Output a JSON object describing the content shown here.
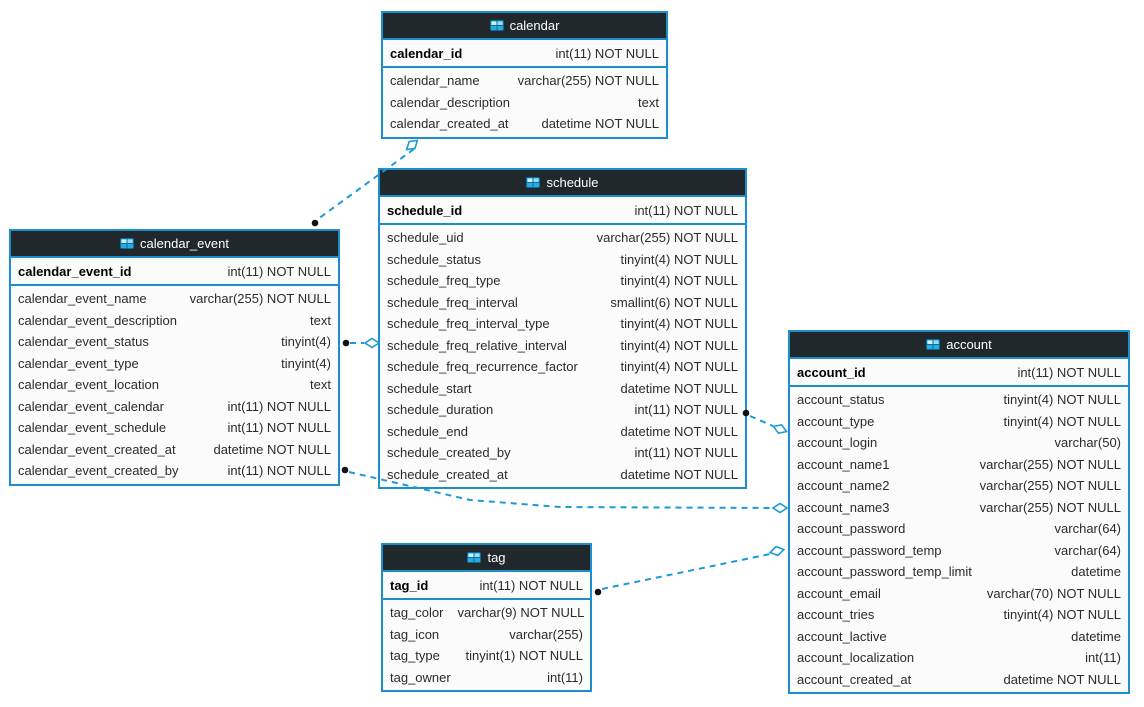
{
  "colors": {
    "table_border": "#1a8fc9",
    "relationship_line": "#1b9ad6",
    "header_background": "#20282c",
    "header_text": "#ffffff",
    "body_background": "#fbfbfb",
    "row_text": "#2b2b2b",
    "pk_text": "#000000",
    "icon_cyan": "#29abe2"
  },
  "tables": [
    {
      "name": "calendar",
      "primary_key": {
        "name": "calendar_id",
        "type": "int(11) NOT NULL"
      },
      "columns": [
        {
          "name": "calendar_name",
          "type": "varchar(255) NOT NULL"
        },
        {
          "name": "calendar_description",
          "type": "text"
        },
        {
          "name": "calendar_created_at",
          "type": "datetime NOT NULL"
        }
      ]
    },
    {
      "name": "schedule",
      "primary_key": {
        "name": "schedule_id",
        "type": "int(11) NOT NULL"
      },
      "columns": [
        {
          "name": "schedule_uid",
          "type": "varchar(255) NOT NULL"
        },
        {
          "name": "schedule_status",
          "type": "tinyint(4) NOT NULL"
        },
        {
          "name": "schedule_freq_type",
          "type": "tinyint(4) NOT NULL"
        },
        {
          "name": "schedule_freq_interval",
          "type": "smallint(6) NOT NULL"
        },
        {
          "name": "schedule_freq_interval_type",
          "type": "tinyint(4) NOT NULL"
        },
        {
          "name": "schedule_freq_relative_interval",
          "type": "tinyint(4) NOT NULL"
        },
        {
          "name": "schedule_freq_recurrence_factor",
          "type": "tinyint(4) NOT NULL"
        },
        {
          "name": "schedule_start",
          "type": "datetime NOT NULL"
        },
        {
          "name": "schedule_duration",
          "type": "int(11) NOT NULL"
        },
        {
          "name": "schedule_end",
          "type": "datetime NOT NULL"
        },
        {
          "name": "schedule_created_by",
          "type": "int(11) NOT NULL"
        },
        {
          "name": "schedule_created_at",
          "type": "datetime NOT NULL"
        }
      ]
    },
    {
      "name": "calendar_event",
      "primary_key": {
        "name": "calendar_event_id",
        "type": "int(11) NOT NULL"
      },
      "columns": [
        {
          "name": "calendar_event_name",
          "type": "varchar(255) NOT NULL"
        },
        {
          "name": "calendar_event_description",
          "type": "text"
        },
        {
          "name": "calendar_event_status",
          "type": "tinyint(4)"
        },
        {
          "name": "calendar_event_type",
          "type": "tinyint(4)"
        },
        {
          "name": "calendar_event_location",
          "type": "text"
        },
        {
          "name": "calendar_event_calendar",
          "type": "int(11) NOT NULL"
        },
        {
          "name": "calendar_event_schedule",
          "type": "int(11) NOT NULL"
        },
        {
          "name": "calendar_event_created_at",
          "type": "datetime NOT NULL"
        },
        {
          "name": "calendar_event_created_by",
          "type": "int(11) NOT NULL"
        }
      ]
    },
    {
      "name": "account",
      "primary_key": {
        "name": "account_id",
        "type": "int(11) NOT NULL"
      },
      "columns": [
        {
          "name": "account_status",
          "type": "tinyint(4) NOT NULL"
        },
        {
          "name": "account_type",
          "type": "tinyint(4) NOT NULL"
        },
        {
          "name": "account_login",
          "type": "varchar(50)"
        },
        {
          "name": "account_name1",
          "type": "varchar(255) NOT NULL"
        },
        {
          "name": "account_name2",
          "type": "varchar(255) NOT NULL"
        },
        {
          "name": "account_name3",
          "type": "varchar(255) NOT NULL"
        },
        {
          "name": "account_password",
          "type": "varchar(64)"
        },
        {
          "name": "account_password_temp",
          "type": "varchar(64)"
        },
        {
          "name": "account_password_temp_limit",
          "type": "datetime"
        },
        {
          "name": "account_email",
          "type": "varchar(70) NOT NULL"
        },
        {
          "name": "account_tries",
          "type": "tinyint(4) NOT NULL"
        },
        {
          "name": "account_lactive",
          "type": "datetime"
        },
        {
          "name": "account_localization",
          "type": "int(11)"
        },
        {
          "name": "account_created_at",
          "type": "datetime NOT NULL"
        }
      ]
    },
    {
      "name": "tag",
      "primary_key": {
        "name": "tag_id",
        "type": "int(11) NOT NULL"
      },
      "columns": [
        {
          "name": "tag_color",
          "type": "varchar(9) NOT NULL"
        },
        {
          "name": "tag_icon",
          "type": "varchar(255)"
        },
        {
          "name": "tag_type",
          "type": "tinyint(1) NOT NULL"
        },
        {
          "name": "tag_owner",
          "type": "int(11)"
        }
      ]
    }
  ],
  "relationships": [
    {
      "from": "calendar_event",
      "to": "calendar",
      "from_marker": "black-dot",
      "to_marker": "open-diamond",
      "style": "dashed"
    },
    {
      "from": "calendar_event",
      "to": "schedule",
      "from_marker": "black-dot",
      "to_marker": "open-diamond",
      "style": "dashed"
    },
    {
      "from": "schedule",
      "to": "account",
      "from_marker": "black-dot",
      "to_marker": "open-diamond",
      "style": "dashed"
    },
    {
      "from": "calendar_event",
      "to": "account",
      "from_marker": "black-dot",
      "to_marker": "open-diamond",
      "style": "dashed"
    },
    {
      "from": "tag",
      "to": "account",
      "from_marker": "black-dot",
      "to_marker": "open-diamond",
      "style": "dashed"
    }
  ]
}
